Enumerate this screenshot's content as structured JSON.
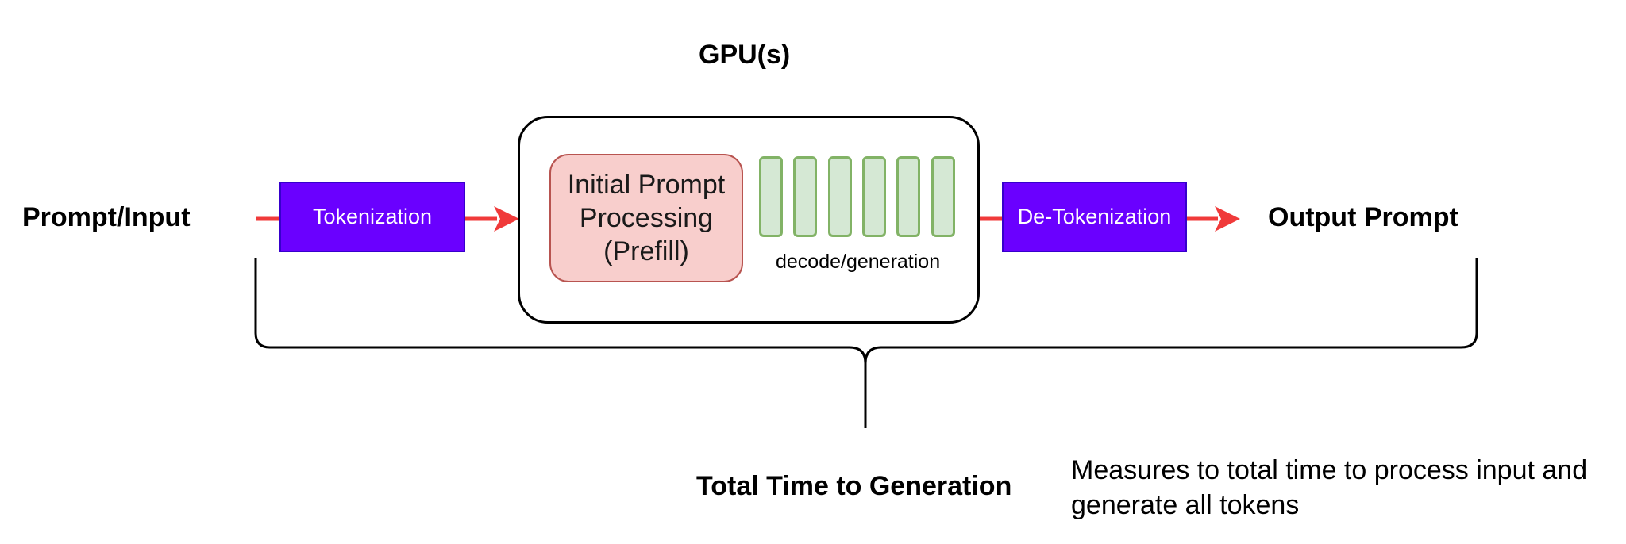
{
  "gpu_label": "GPU(s)",
  "input_label": "Prompt/Input",
  "tokenize_label": "Tokenization",
  "prefill_lines": [
    "Initial Prompt",
    "Processing",
    "(Prefill)"
  ],
  "decode_label": "decode/generation",
  "detokenize_label": "De-Tokenization",
  "output_label": "Output Prompt",
  "total_label": "Total Time to Generation",
  "description_lines": [
    "Measures to total time to process input and",
    "generate all tokens"
  ],
  "decode_token_count": 6,
  "colors": {
    "arrow": "#f03a3a",
    "tokenize_box": "#6a00ff",
    "prefill_fill": "#f8cecc",
    "prefill_border": "#b85450",
    "token_fill": "#d5e8d4",
    "token_border": "#82b366"
  }
}
